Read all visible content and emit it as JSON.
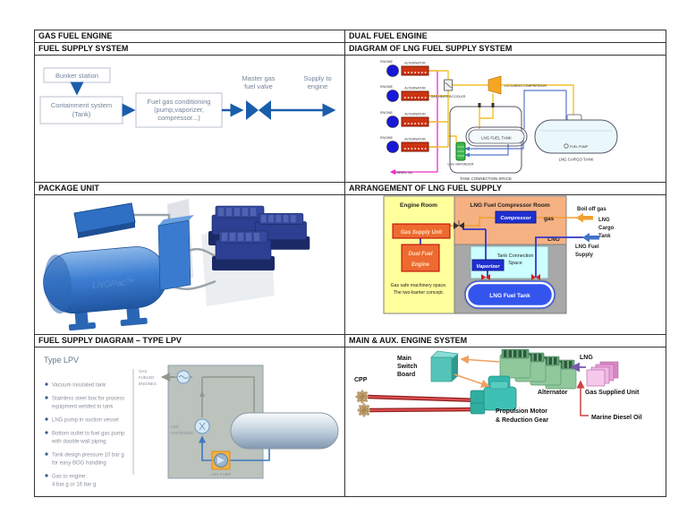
{
  "colors": {
    "accent_blue": "#1a5dab",
    "line_yellow": "#f2c128",
    "line_magenta": "#ee2cc8",
    "line_blue": "#5577cc",
    "panel_yellow": "#ffff9c",
    "panel_orange": "#f6b183",
    "panel_gray": "#a8a8a8",
    "panel_cyan": "#ccffff",
    "box_blue": "#1f2fd0",
    "box_orangered": "#ed6a31",
    "tank_blue": "#3355ee",
    "teal": "#52c4ba",
    "engine_green": "#90c89c",
    "unit_pink": "#e8a0d8",
    "shaft_red": "#c03030"
  },
  "cells": {
    "c1": {
      "header1": "GAS FUEL ENGINE",
      "header2": "FUEL SUPPLY SYSTEM",
      "bunker": "Bunker station",
      "containment_l1": "Containment system",
      "containment_l2": "(Tank)",
      "conditioning_l1": "Fuel gas conditioning",
      "conditioning_l2": "(pump,vaporizer,",
      "conditioning_l3": "compressor...)",
      "valve_l1": "Master gas",
      "valve_l2": "fuel valve",
      "supply_l1": "Supply to",
      "supply_l2": "engine"
    },
    "c2": {
      "header1": "DUAL FUEL ENGINE",
      "header2": "DIAGRAM OF LNG FUEL SUPPLY SYSTEM",
      "engine": "ENGINE",
      "alternator": "ALTERNATOR",
      "diesel_oil": "DIESEL OIL",
      "gas_heater": "GAS HEATER/COOLER",
      "lo_compressor": "L/O CARGO COMPRESSOR",
      "lng_fuel_tank": "LNG FUEL TANK",
      "lng_vaporizer": "LNG VAPORIZER",
      "tank_connection_space": "TANK CONNECTION SPACE",
      "lng_cargo_tank": "LNG CARGO TANK",
      "fuel_pump": "FUEL PUMP"
    },
    "c3": {
      "header": "PACKAGE UNIT",
      "watermark": "LNGPac™"
    },
    "c4": {
      "header": "ARRANGEMENT OF LNG FUEL SUPPLY",
      "engine_room": "Engine Room",
      "compressor_room": "LNG Fuel Compressor Room",
      "gas_supply_unit": "Gas Supply Unit",
      "dual_fuel_l1": "Dual Fuel",
      "dual_fuel_l2": "Engine",
      "compressor": "Compressor",
      "gas": "gas",
      "lng": "LNG",
      "boil_off_gas": "Boil off gas",
      "cargo_l1": "LNG",
      "cargo_l2": "Cargo",
      "cargo_l3": "Tank",
      "fuel_supply_l1": "LNG Fuel",
      "fuel_supply_l2": "Supply",
      "tcs_l1": "Tank Connection",
      "tcs_l2": "Space",
      "vaporizer": "Vaporizer",
      "lng_fuel_tank": "LNG Fuel Tank",
      "gas_safe_l1": "Gas safe machinery space.",
      "gas_safe_l2": "The two-barrier concept."
    },
    "c5": {
      "header": "FUEL SUPPLY DIAGRAM – TYPE LPV",
      "title": "Type LPV",
      "bullets": {
        "b1_l1": "Vacuum insulated tank",
        "b2_l1": "Stainless steel box for process",
        "b2_l2": "equipment welded to tank",
        "b3_l1": "LNG pump in suction vessel",
        "b4_l1": "Bottom outlet to fuel gas pump",
        "b4_l2": "with double-wall piping",
        "b5_l1": "Tank design pressure 10 bar g",
        "b5_l2": "for easy BOG handling",
        "b6_l1": "Gas to engine:",
        "b6_l2": "4 bar g or 16 bar g"
      },
      "engines_l1": "GAS",
      "engines_l2": "FUELED",
      "engines_l3": "ENGINES",
      "vap_l1": "LNG",
      "vap_l2": "VAPORIZER",
      "pump": "LNG PUMP"
    },
    "c6": {
      "header": "MAIN & AUX. ENGINE SYSTEM",
      "cpp": "CPP",
      "msb_l1": "Main",
      "msb_l2": "Switch",
      "msb_l3": "Board",
      "alternator": "Alternator",
      "lng": "LNG",
      "gas_supplied_unit": "Gas Supplied Unit",
      "prop_l1": "Propulsion Motor",
      "prop_l2": "& Reduction Gear",
      "marine_diesel_oil": "Marine Diesel Oil"
    }
  }
}
